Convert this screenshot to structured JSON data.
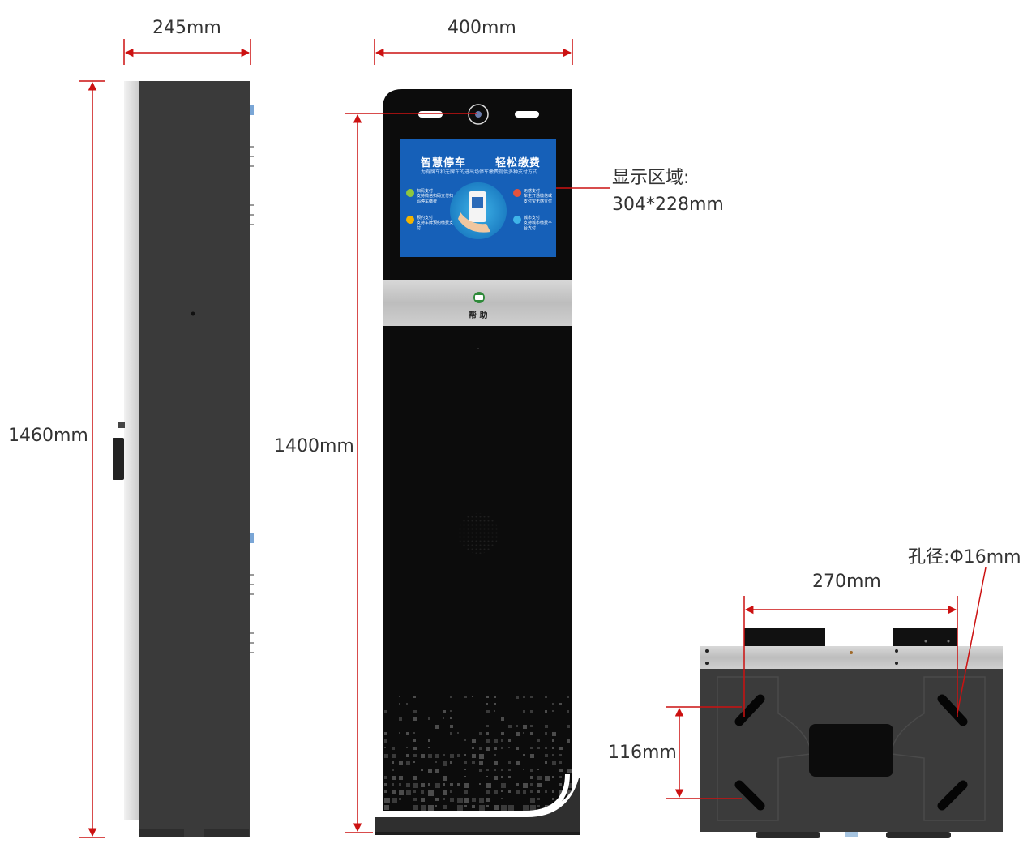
{
  "dimensions": {
    "side_width": "245mm",
    "front_width": "400mm",
    "total_height": "1460mm",
    "body_height": "1400mm",
    "display_area_label": "显示区域:",
    "display_area_size": "304*228mm",
    "base_width": "270mm",
    "base_depth": "116mm",
    "hole_diameter": "孔径:Φ16mm"
  },
  "screen": {
    "title_left": "智慧停车",
    "title_right": "轻松缴费",
    "subtitle": "为有牌车和无牌车的进出场停车缴费提供多种支付方式",
    "features": [
      {
        "title": "扫码支付",
        "text": "支持微信扫码支付扫码停车缴费"
      },
      {
        "title": "无感支付",
        "text": "车主开通微信或支付宝无感支付"
      },
      {
        "title": "预约支付",
        "text": "支持车牌预约缴费支付"
      },
      {
        "title": "城市支付",
        "text": "支持城市缴费平台支付"
      }
    ]
  },
  "panel": {
    "help_label": "帮 助"
  },
  "colors": {
    "dimension_line": "#cc1111",
    "body_dark": "#3a3a3a",
    "front_black": "#0c0c0c",
    "screen_blue": "#1660b8",
    "steel_band": "#c8c8c8"
  }
}
